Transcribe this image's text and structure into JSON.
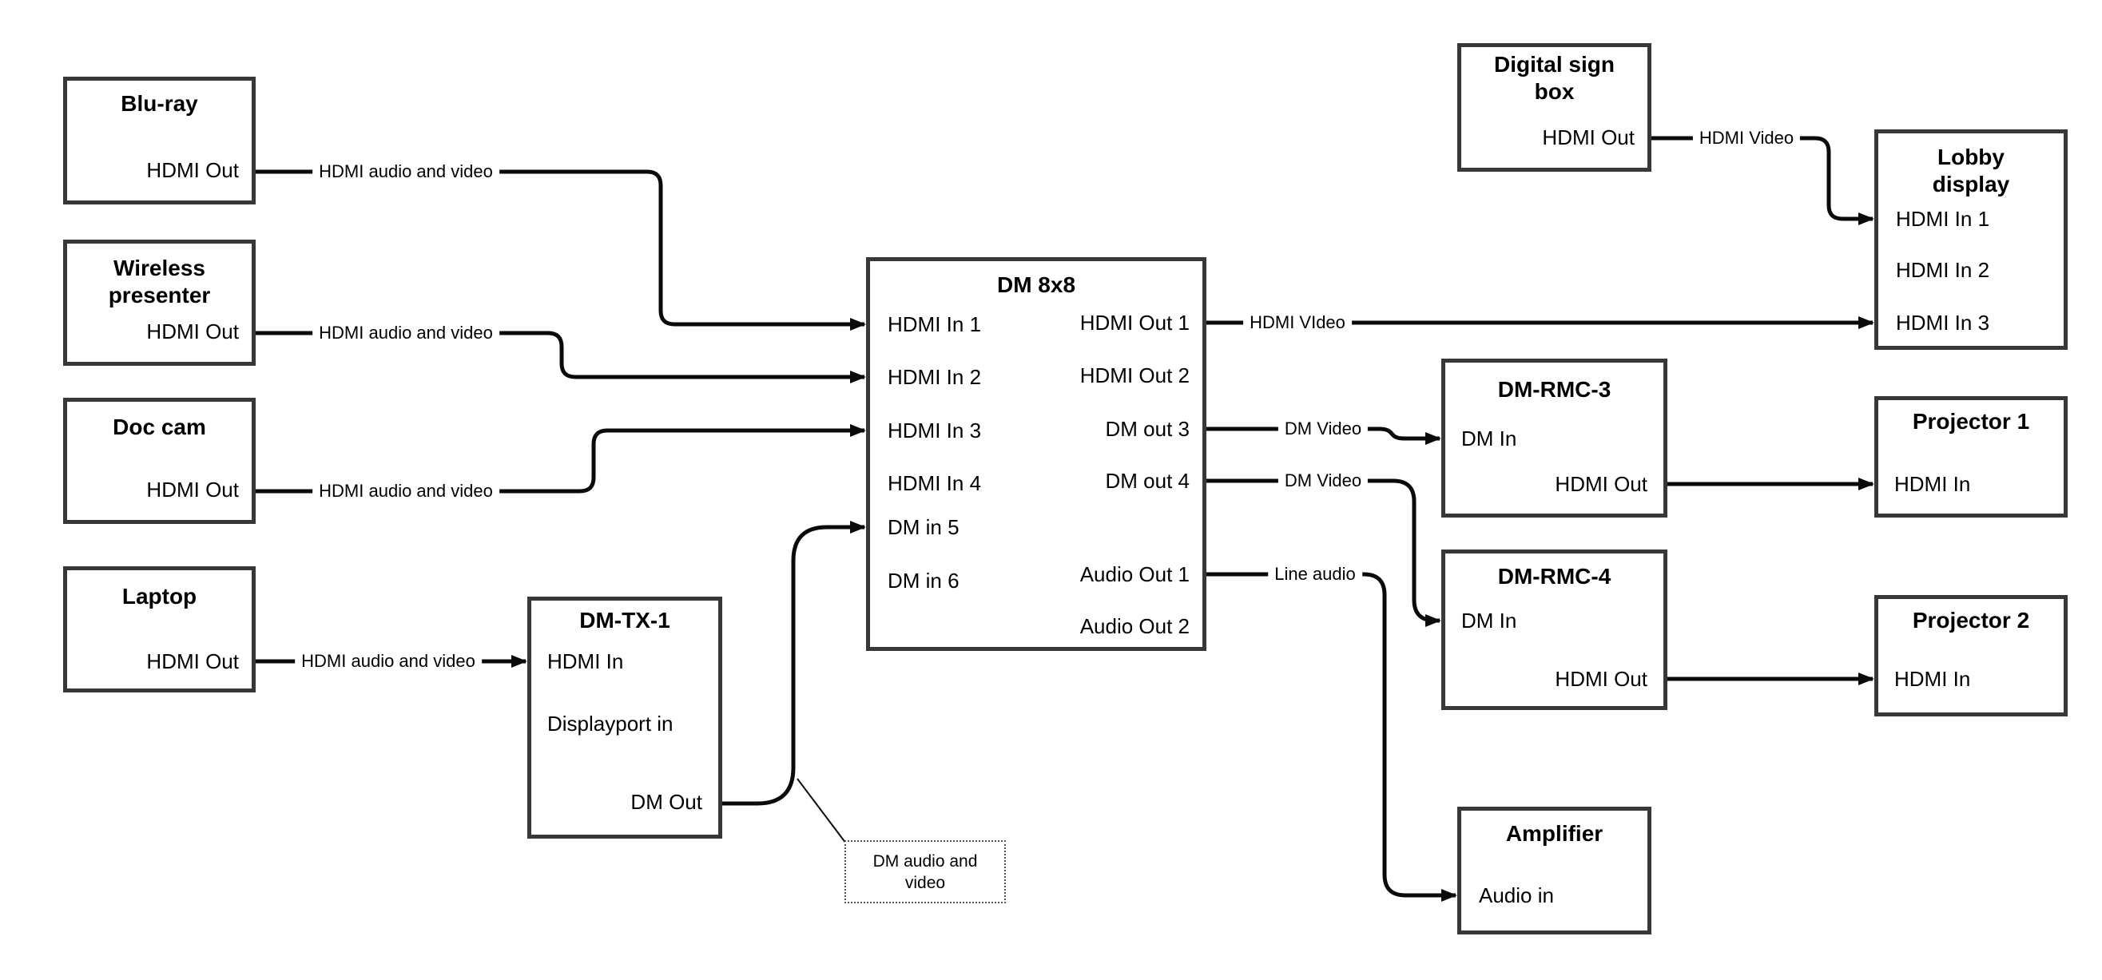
{
  "colors": {
    "background": "#ffffff",
    "box_border": "#383838",
    "wire": "#0a0a0a",
    "text": "#000000",
    "note_border": "#555555"
  },
  "nodes": {
    "bluray": {
      "title": "Blu-ray",
      "hdmi_out": "HDMI Out"
    },
    "wireless": {
      "title_line1": "Wireless",
      "title_line2": "presenter",
      "hdmi_out": "HDMI Out"
    },
    "doccam": {
      "title": "Doc cam",
      "hdmi_out": "HDMI Out"
    },
    "laptop": {
      "title": "Laptop",
      "hdmi_out": "HDMI Out"
    },
    "dmtx1": {
      "title": "DM-TX-1",
      "hdmi_in": "HDMI In",
      "displayport_in": "Displayport in",
      "dm_out": "DM Out"
    },
    "dm8x8": {
      "title": "DM 8x8",
      "in1": "HDMI In 1",
      "in2": "HDMI In 2",
      "in3": "HDMI In 3",
      "in4": "HDMI In 4",
      "in5": "DM in 5",
      "in6": "DM in 6",
      "out1": "HDMI Out 1",
      "out2": "HDMI Out 2",
      "out3": "DM out 3",
      "out4": "DM out 4",
      "aout1": "Audio Out 1",
      "aout2": "Audio Out 2"
    },
    "signbox": {
      "title_line1": "Digital sign",
      "title_line2": "box",
      "hdmi_out": "HDMI Out"
    },
    "lobby": {
      "title_line1": "Lobby",
      "title_line2": "display",
      "in1": "HDMI In 1",
      "in2": "HDMI In 2",
      "in3": "HDMI In 3"
    },
    "rmc3": {
      "title": "DM-RMC-3",
      "dm_in": "DM In",
      "hdmi_out": "HDMI Out"
    },
    "proj1": {
      "title": "Projector 1",
      "hdmi_in": "HDMI In"
    },
    "rmc4": {
      "title": "DM-RMC-4",
      "dm_in": "DM In",
      "hdmi_out": "HDMI Out"
    },
    "proj2": {
      "title": "Projector 2",
      "hdmi_in": "HDMI In"
    },
    "amp": {
      "title": "Amplifier",
      "audio_in": "Audio in"
    }
  },
  "wire_labels": {
    "bluray_wire": "HDMI audio and video",
    "wireless_wire": "HDMI audio and video",
    "doccam_wire": "HDMI audio and video",
    "laptop_wire": "HDMI audio and video",
    "hdmi_out1_wire": "HDMI VIdeo",
    "signbox_wire": "HDMI Video",
    "dmout3_wire": "DM Video",
    "dmout4_wire": "DM Video",
    "audio_out1_wire": "Line audio"
  },
  "note": {
    "line1": "DM audio and",
    "line2": "video"
  }
}
